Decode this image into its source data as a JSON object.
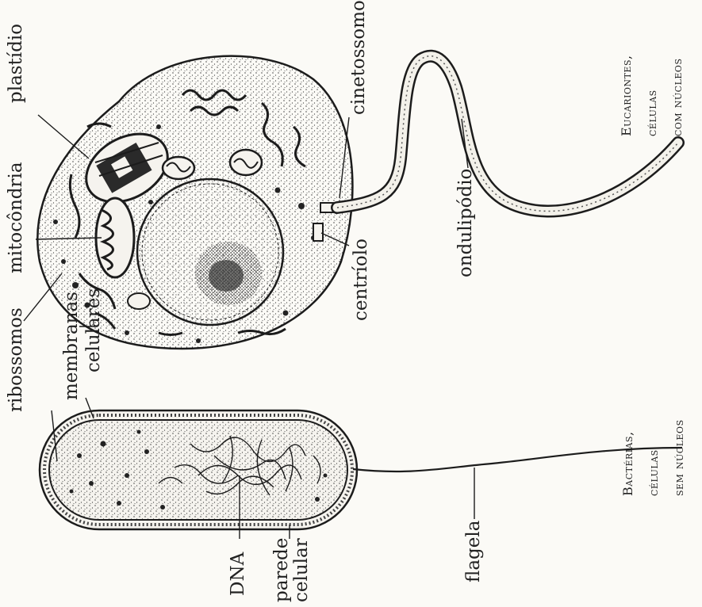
{
  "eukaryote": {
    "caption": [
      "Eucariontes,",
      "células",
      "com núcleos"
    ],
    "labels": {
      "plastidio": "plastídio",
      "mitocondria": "mitocôndria",
      "ribossomos": "ribossomos",
      "membranas": "membranas",
      "celulares": "celulares",
      "cinetossomo": "cinetossomo",
      "centriolo": "centríolo",
      "ondulipodio": "ondulipódio"
    }
  },
  "bacteria": {
    "caption": [
      "Bactérias,",
      "células",
      "sem núcleos"
    ],
    "labels": {
      "dna": "DNA",
      "parede": "parede",
      "celular": "celular",
      "flagela": "flagela"
    }
  },
  "colors": {
    "ink": "#222222",
    "paper": "#fbfaf6",
    "stipple": "#3a3a3a"
  }
}
